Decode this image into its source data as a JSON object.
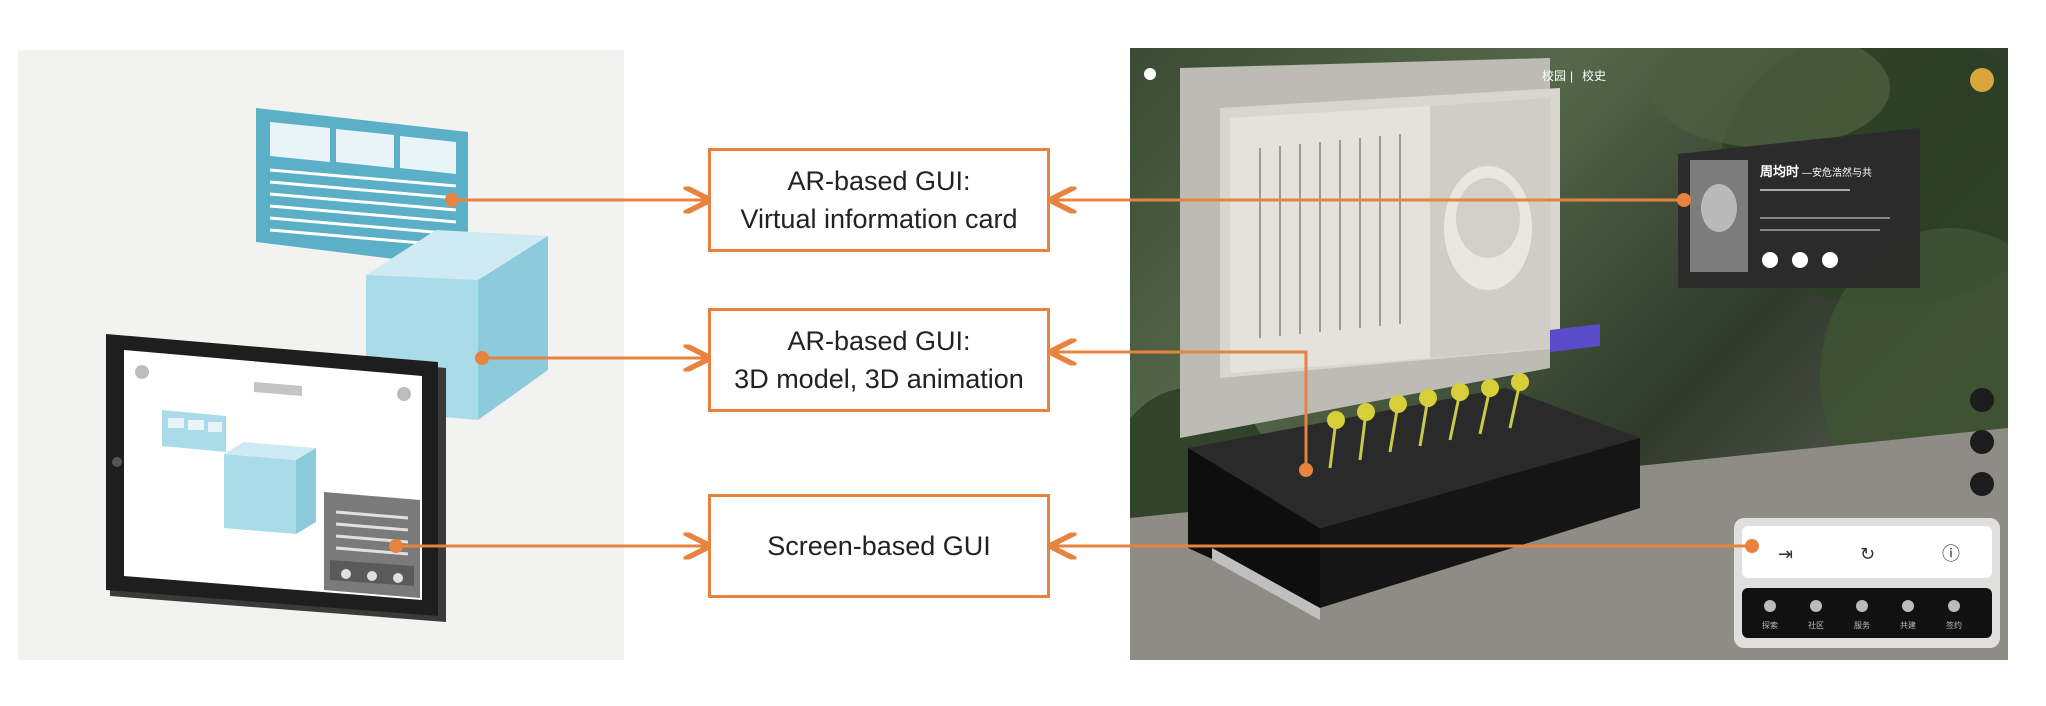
{
  "labels": {
    "card_line1": "AR-based GUI:",
    "card_line2": "Virtual information card",
    "model_line1": "AR-based GUI:",
    "model_line2": "3D model, 3D animation",
    "screen_line1": "Screen-based GUI"
  },
  "ar_scene": {
    "nav_left": "校园",
    "nav_sep": "|",
    "nav_right": "校史",
    "card_title": "周均时",
    "card_subtitle": "—安危浩然与共",
    "bottom_tabs": [
      "探索",
      "社区",
      "服务",
      "共建",
      "签约"
    ]
  },
  "colors": {
    "accent": "#e8823f",
    "card_blue": "#5bb0c7",
    "cube_blue": "#a9dbe8",
    "tablet_frame": "#1e1e1e"
  }
}
